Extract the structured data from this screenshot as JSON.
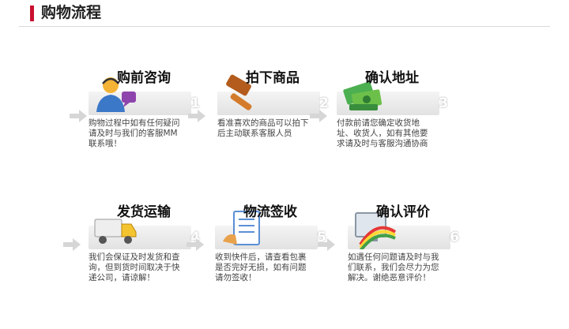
{
  "header": {
    "title": "购物流程"
  },
  "steps": [
    {
      "label": "购前咨询",
      "num": "1",
      "desc": "购物过程中如有任何疑问请及时与我们的客服MM联系哦！",
      "icon": "customer-service-icon"
    },
    {
      "label": "拍下商品",
      "num": "2",
      "desc": "看准喜欢的商品可以拍下后主动联系客服人员",
      "icon": "hammer-icon"
    },
    {
      "label": "确认地址",
      "num": "3",
      "desc": "付款前请您确定收货地址、收货人，如有其他要求请及时与客服沟通协商",
      "icon": "money-icon"
    },
    {
      "label": "发货运输",
      "num": "4",
      "desc": "我们会保证及时发货和查询，但到货时间取决于快递公司，请谅解！",
      "icon": "truck-icon"
    },
    {
      "label": "物流签收",
      "num": "5",
      "desc": "收到快件后，请查看包裹是否完好无损，如有问题请勿签收！",
      "icon": "document-sign-icon"
    },
    {
      "label": "确认评价",
      "num": "6",
      "desc": "如遇任何问题请及时与我们联系，我们会尽力为您解决。谢绝恶意评价！",
      "icon": "monitor-rainbow-icon"
    }
  ],
  "colors": {
    "accent": "#c8102e",
    "arrow": "#d6d6d6"
  }
}
